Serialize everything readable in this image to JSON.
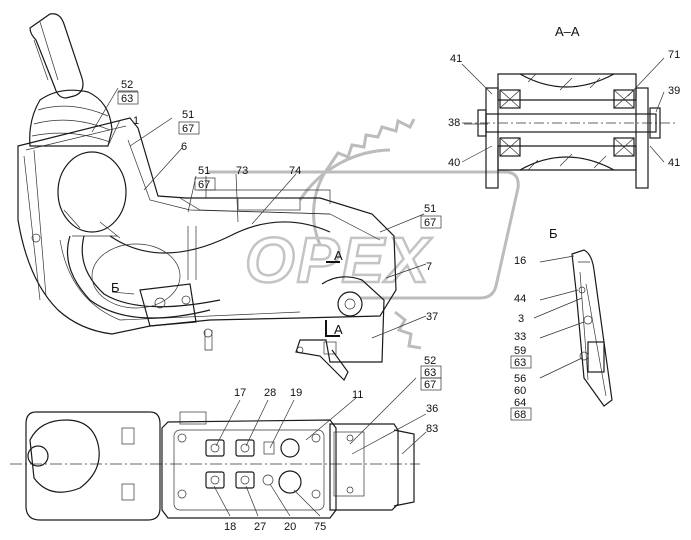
{
  "section_titles": {
    "aa": "А–А",
    "b": "Б"
  },
  "watermark": "OPEX",
  "callouts": {
    "c52a": "52",
    "c63a": "63",
    "c1": "1",
    "c51a": "51",
    "c67a": "67",
    "c6": "6",
    "c51b": "51",
    "c67b": "67",
    "c73": "73",
    "c74": "74",
    "c51c": "51",
    "c67c": "67",
    "c7": "7",
    "c37": "37",
    "cB_left": "Б",
    "cA_top": "А",
    "cA_bot": "А",
    "c41a": "41",
    "c71": "71",
    "c39": "39",
    "c38": "38",
    "c40": "40",
    "c41b": "41",
    "c16": "16",
    "c44": "44",
    "c3": "3",
    "c33": "33",
    "c59": "59",
    "c63b": "63",
    "c56": "56",
    "c60": "60",
    "c64": "64",
    "c68": "68",
    "c52b": "52",
    "c63c": "63",
    "c67d": "67",
    "c11": "11",
    "c36": "36",
    "c83": "83",
    "c17": "17",
    "c28": "28",
    "c19": "19",
    "c18": "18",
    "c27": "27",
    "c20": "20",
    "c75": "75"
  }
}
